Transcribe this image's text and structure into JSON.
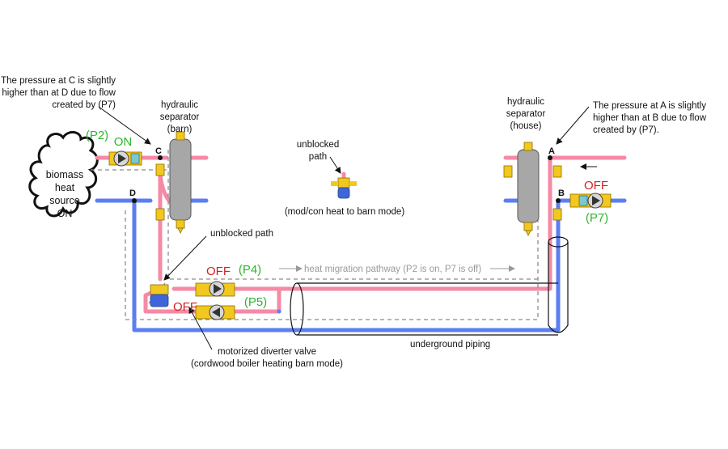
{
  "notes": {
    "pressure_cd": [
      "The pressure at C is slightly",
      "higher than at D due to flow",
      "created by (P7)"
    ],
    "pressure_ab": [
      "The pressure at A is slightly",
      "higher than at B due to flow",
      "created by (P7)."
    ]
  },
  "labels": {
    "separator_barn": [
      "hydraulic",
      "separator",
      "(barn)"
    ],
    "separator_house": [
      "hydraulic",
      "separator",
      "(house)"
    ],
    "heat_source": [
      "biomass",
      "heat",
      "source",
      "ON"
    ],
    "unblocked_path_top": [
      "unblocked",
      "path"
    ],
    "mod_con_mode": "(mod/con heat to barn mode)",
    "unblocked_path": "unblocked path",
    "heat_migration": "heat migration pathway (P2 is on, P7 is off)",
    "underground_piping": "underground piping",
    "diverter_valve": [
      "motorized diverter valve",
      "(cordwood boiler heating barn mode)"
    ]
  },
  "points": {
    "a": "A",
    "b": "B",
    "c": "C",
    "d": "D"
  },
  "pumps": {
    "p2": {
      "name": "(P2)",
      "status": "ON"
    },
    "p4": {
      "name": "(P4)",
      "status": "OFF"
    },
    "p5": {
      "name": "(P5)",
      "status": "OFF"
    },
    "p7": {
      "name": "(P7)",
      "status": "OFF"
    }
  },
  "colors": {
    "supply": "#f58aa6",
    "return": "#5b7ef2",
    "on": "#2fb52f",
    "off": "#d21f1f",
    "valve_body": "#f2c81e",
    "separator": "#a7a7a7",
    "actuator": "#3f66d8"
  }
}
